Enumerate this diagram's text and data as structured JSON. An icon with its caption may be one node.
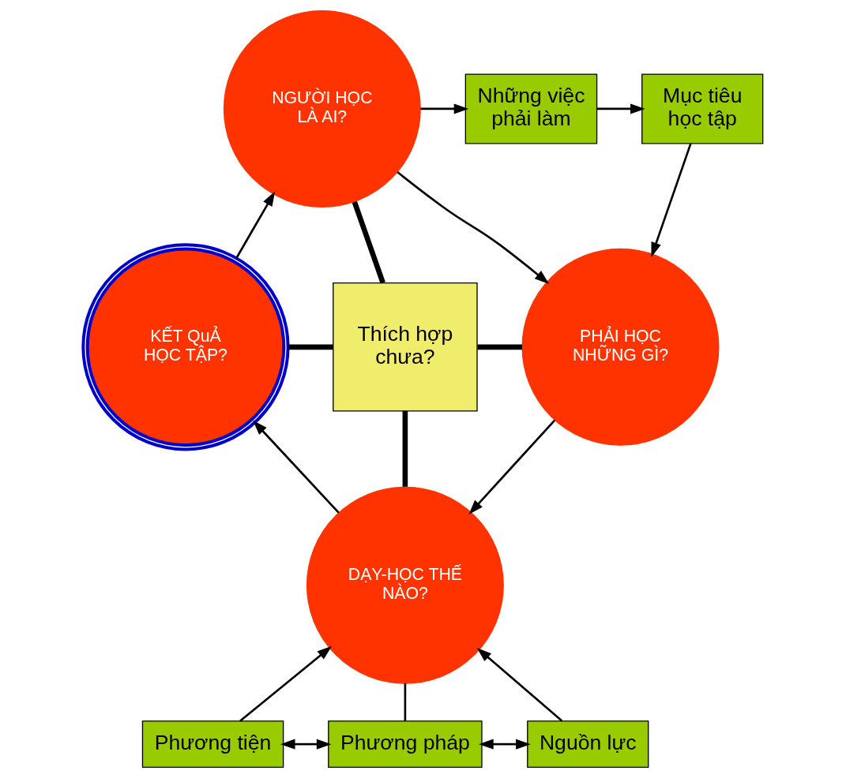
{
  "diagram": {
    "nodes": [
      {
        "text": [
          "NGƯỜI HỌC LÀ AI?"
        ]
      },
      {
        "text": [
          "Những việc phải làm"
        ]
      },
      {
        "text": [
          "Mục tiêu học tập"
        ]
      },
      {
        "text": [
          "KẾT QuẢ HỌC TẬP?"
        ]
      },
      {
        "text": [
          "Thích hợp chưa?"
        ]
      },
      {
        "text": [
          "PHẢI HỌC NHỮNG GÌ?"
        ]
      },
      {
        "text": [
          "DẠY-HỌC THẾ NÀO?"
        ]
      },
      {
        "text": [
          "Phương tiện"
        ]
      },
      {
        "text": [
          "Phương pháp"
        ]
      },
      {
        "text": [
          "Nguồn lực"
        ]
      }
    ],
    "edges": [
      {
        "from": 3,
        "to": 0,
        "arrow": "to"
      },
      {
        "from": 0,
        "to": 1,
        "arrow": "to"
      },
      {
        "from": 1,
        "to": 2,
        "arrow": "to"
      },
      {
        "from": 0,
        "to": 5,
        "arrow": "to"
      },
      {
        "from": 2,
        "to": 5,
        "arrow": "to"
      },
      {
        "from": 5,
        "to": 6,
        "arrow": "to"
      },
      {
        "from": 6,
        "to": 3,
        "arrow": "to"
      },
      {
        "from": 4,
        "to": 0,
        "arrow": "none",
        "style": "thick"
      },
      {
        "from": 4,
        "to": 3,
        "arrow": "none",
        "style": "thick"
      },
      {
        "from": 4,
        "to": 5,
        "arrow": "none",
        "style": "thick"
      },
      {
        "from": 4,
        "to": 6,
        "arrow": "none",
        "style": "thick"
      },
      {
        "from": 7,
        "to": 6,
        "arrow": "to"
      },
      {
        "from": 9,
        "to": 6,
        "arrow": "to"
      },
      {
        "from": 8,
        "to": 6,
        "arrow": "none"
      },
      {
        "from": 7,
        "to": 8,
        "arrow": "both"
      },
      {
        "from": 8,
        "to": 9,
        "arrow": "both"
      }
    ]
  }
}
